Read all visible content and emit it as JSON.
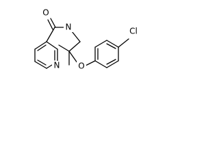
{
  "molecule": {
    "atoms": {
      "carbonyl_o": "O",
      "amide_n": "N",
      "ether_o": "O",
      "pyridine_n": "N",
      "chlorine": "Cl"
    }
  },
  "colors": {
    "bond": "#000000",
    "background": "#ffffff"
  }
}
